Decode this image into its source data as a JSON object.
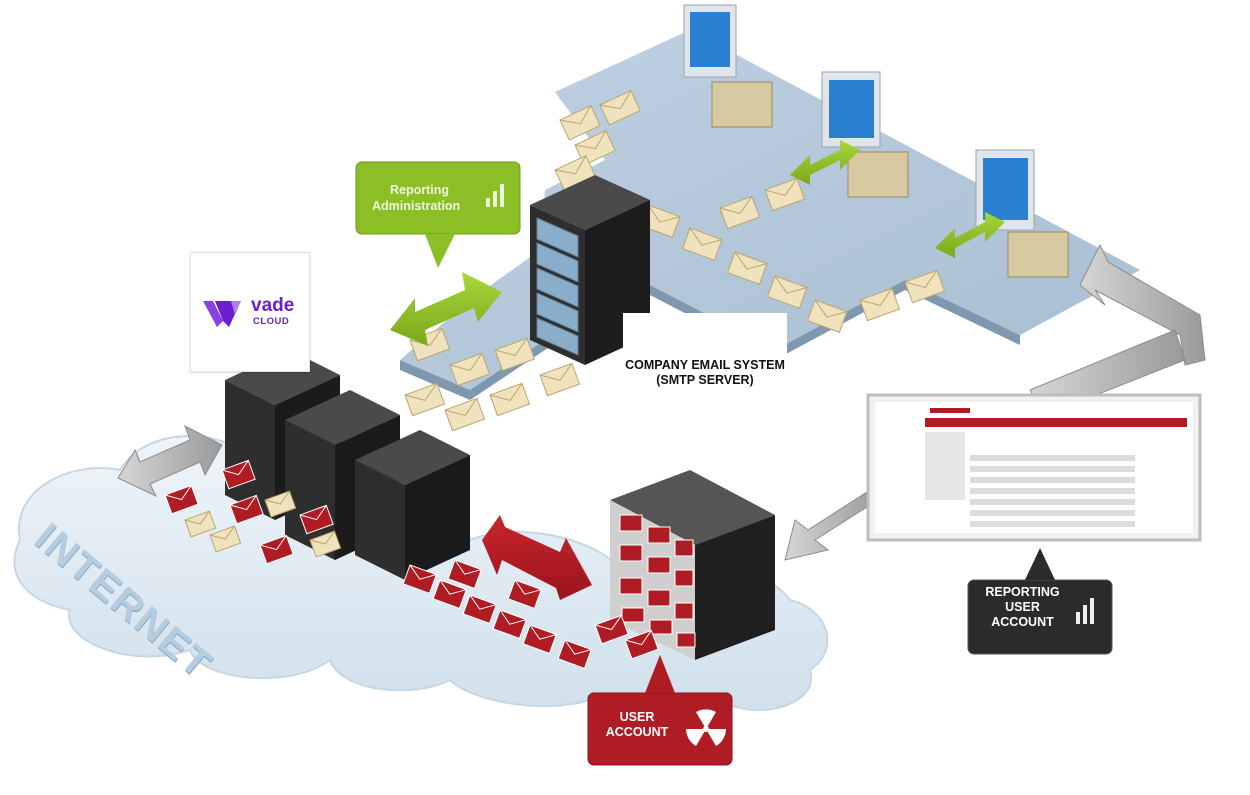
{
  "logo": {
    "brand": "vade",
    "sub": "CLOUD"
  },
  "company_email": {
    "line1": "COMPANY EMAIL SYSTEM",
    "line2": "(SMTP SERVER)"
  },
  "reporting_admin": {
    "line1": "Reporting",
    "line2": "Administration",
    "icon": "bar-chart-icon"
  },
  "reporting_user": {
    "line1": "REPORTING",
    "line2": "USER",
    "line3": "ACCOUNT",
    "icon": "bar-chart-icon"
  },
  "user_account": {
    "line1": "USER",
    "line2": "ACCOUNT",
    "icon": "radiation-icon"
  },
  "internet": "INTERNET",
  "colors": {
    "green": "#8cbf26",
    "red": "#b01c24",
    "dark": "#2b2b2b",
    "floor": "#a9bfd6",
    "cloud": "#dde9f2",
    "purple": "#6a1fd1"
  }
}
